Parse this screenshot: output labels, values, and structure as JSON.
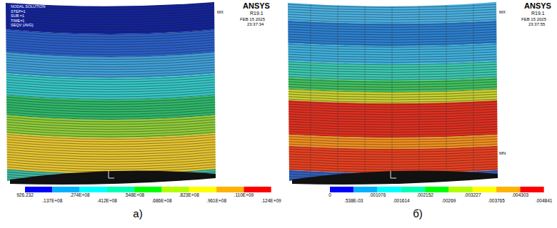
{
  "diagram": {
    "labels": [
      "ANSYS",
      "R19.1",
      "FEB 15 2025",
      "23:37:34",
      "NODAL SOLUTION",
      "STEP=1",
      "SUB =1",
      "TIME=1",
      "SEQV (AVG)",
      "MX",
      "926.232",
      ".137E+08",
      ".274E+08",
      ".412E+08",
      ".548E+08",
      ".686E+08",
      ".823E+08",
      ".961E+08",
      ".110E+09",
      ".124E+09",
      "ANSYS",
      "R19.1",
      "FEB 15 2025",
      "23:37:55",
      "MX",
      "MN",
      "0",
      ".538E-03",
      ".001076",
      ".001614",
      ".002152",
      ".00269",
      ".003227",
      ".003765",
      ".004303",
      ".004841",
      "а)",
      "б)"
    ]
  }
}
